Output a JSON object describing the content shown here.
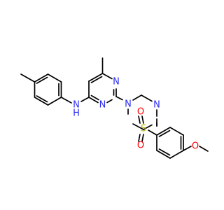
{
  "colors": {
    "background": "#ffffff",
    "bond": "#000000",
    "nitrogen": "#2c2cf0",
    "sulfur": "#b5b500",
    "oxygen": "#ff0000"
  },
  "atoms": {
    "amine_n": "N",
    "amine_h": "H",
    "pyrimidine_n_upper": "N",
    "pyrimidine_n_lower": "N",
    "piperazine_n_left": "N",
    "piperazine_n_right": "N",
    "sulfonyl_s": "S",
    "sulfonyl_o_top": "O",
    "sulfonyl_o_bottom": "O",
    "methoxy_o": "O"
  }
}
